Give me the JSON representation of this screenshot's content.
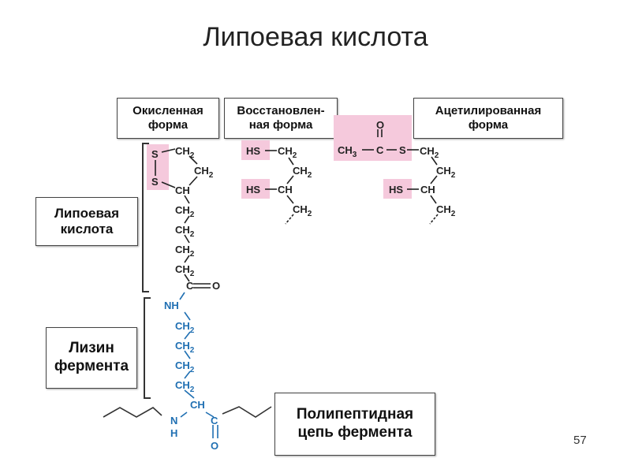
{
  "slide": {
    "title": "Липоевая кислота",
    "page_number": "57"
  },
  "headers": {
    "oxidized": "Окисленная\nформа",
    "reduced": "Восстановлен-\nная форма",
    "acetylated": "Ацетилированная\nформа"
  },
  "side_labels": {
    "lipoic_acid": "Липоевая\nкислота",
    "lysine": "Лизин\nфермента",
    "polypeptide": "Полипептидная\nцепь фермента"
  },
  "chem": {
    "S": "S",
    "CH2": "CH",
    "sub2": "2",
    "CH": "CH",
    "C": "C",
    "O": "O",
    "N": "N",
    "H": "H",
    "NH": "NH",
    "HS": "HS",
    "CH3_main": "CH",
    "sub3": "3"
  },
  "colors": {
    "black_structure": "#222222",
    "lysine_blue": "#1f6fb2",
    "highlight_pink": "#f5c9dc"
  }
}
